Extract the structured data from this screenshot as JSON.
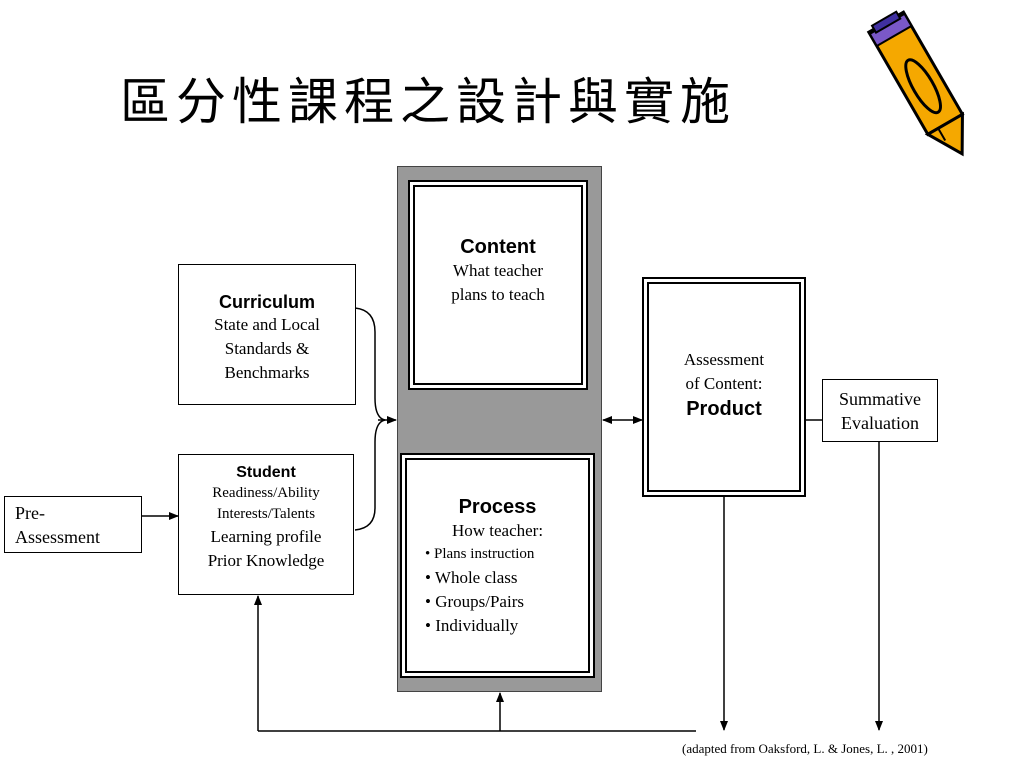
{
  "title": "區分性課程之設計與實施",
  "curriculum": {
    "heading": "Curriculum",
    "lines": [
      "State and Local",
      "Standards &",
      "Benchmarks"
    ]
  },
  "student": {
    "heading": "Student",
    "lines": [
      "Readiness/Ability",
      "Interests/Talents",
      "Learning profile",
      "Prior Knowledge"
    ]
  },
  "pre_assessment": {
    "lines": [
      "Pre-",
      "Assessment"
    ]
  },
  "content": {
    "heading": "Content",
    "lines": [
      "What teacher",
      "plans to teach"
    ]
  },
  "process": {
    "heading": "Process",
    "subheading": "How teacher:",
    "bullets": [
      "Plans instruction",
      "Whole class",
      "Groups/Pairs",
      "Individually"
    ]
  },
  "assessment": {
    "lines": [
      "Assessment",
      "of Content:"
    ],
    "heading": "Product"
  },
  "summative": {
    "lines": [
      "Summative",
      "Evaluation"
    ]
  },
  "citation": "(adapted from Oaksford, L. & Jones, L. , 2001)",
  "colors": {
    "panel": "#999999",
    "pencil_body": "#f5a800",
    "pencil_band": "#7a58c8",
    "line": "#000000"
  },
  "icons": {
    "pencil": "pencil-icon"
  }
}
